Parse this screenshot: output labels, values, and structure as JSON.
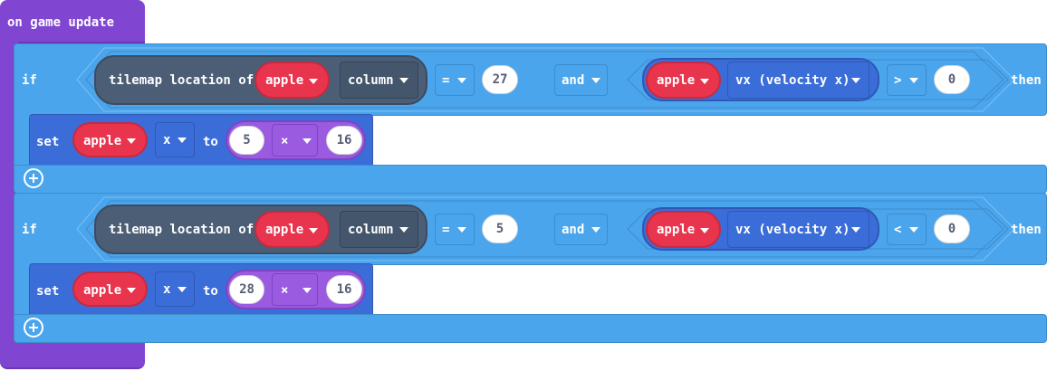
{
  "event": {
    "label": "on game update"
  },
  "if_blocks": [
    {
      "if_label": "if",
      "then_label": "then",
      "tilemap_label": "tilemap location of",
      "sprite": "apple",
      "property": "column",
      "operator": "=",
      "value": "27",
      "logic": "and",
      "vel_sprite": "apple",
      "vel_property": "vx (velocity x)",
      "compare": ">",
      "compare_value": "0",
      "set": {
        "label": "set",
        "sprite": "apple",
        "prop": "x",
        "to": "to",
        "a": "5",
        "op": "×",
        "b": "16"
      }
    },
    {
      "if_label": "if",
      "then_label": "then",
      "tilemap_label": "tilemap location of",
      "sprite": "apple",
      "property": "column",
      "operator": "=",
      "value": "5",
      "logic": "and",
      "vel_sprite": "apple",
      "vel_property": "vx (velocity x)",
      "compare": "<",
      "compare_value": "0",
      "set": {
        "label": "set",
        "sprite": "apple",
        "prop": "x",
        "to": "to",
        "a": "28",
        "op": "×",
        "b": "16"
      }
    }
  ],
  "colors": {
    "event": "#8046d1",
    "logic": "#4ba5ec",
    "sprite": "#e8344d",
    "tilemap": "#4b5e76",
    "sprites_set": "#3b6dd9",
    "math": "#9a5be0"
  },
  "icons": {
    "add": "plus-circle-icon",
    "dropdown": "caret-down-icon"
  }
}
